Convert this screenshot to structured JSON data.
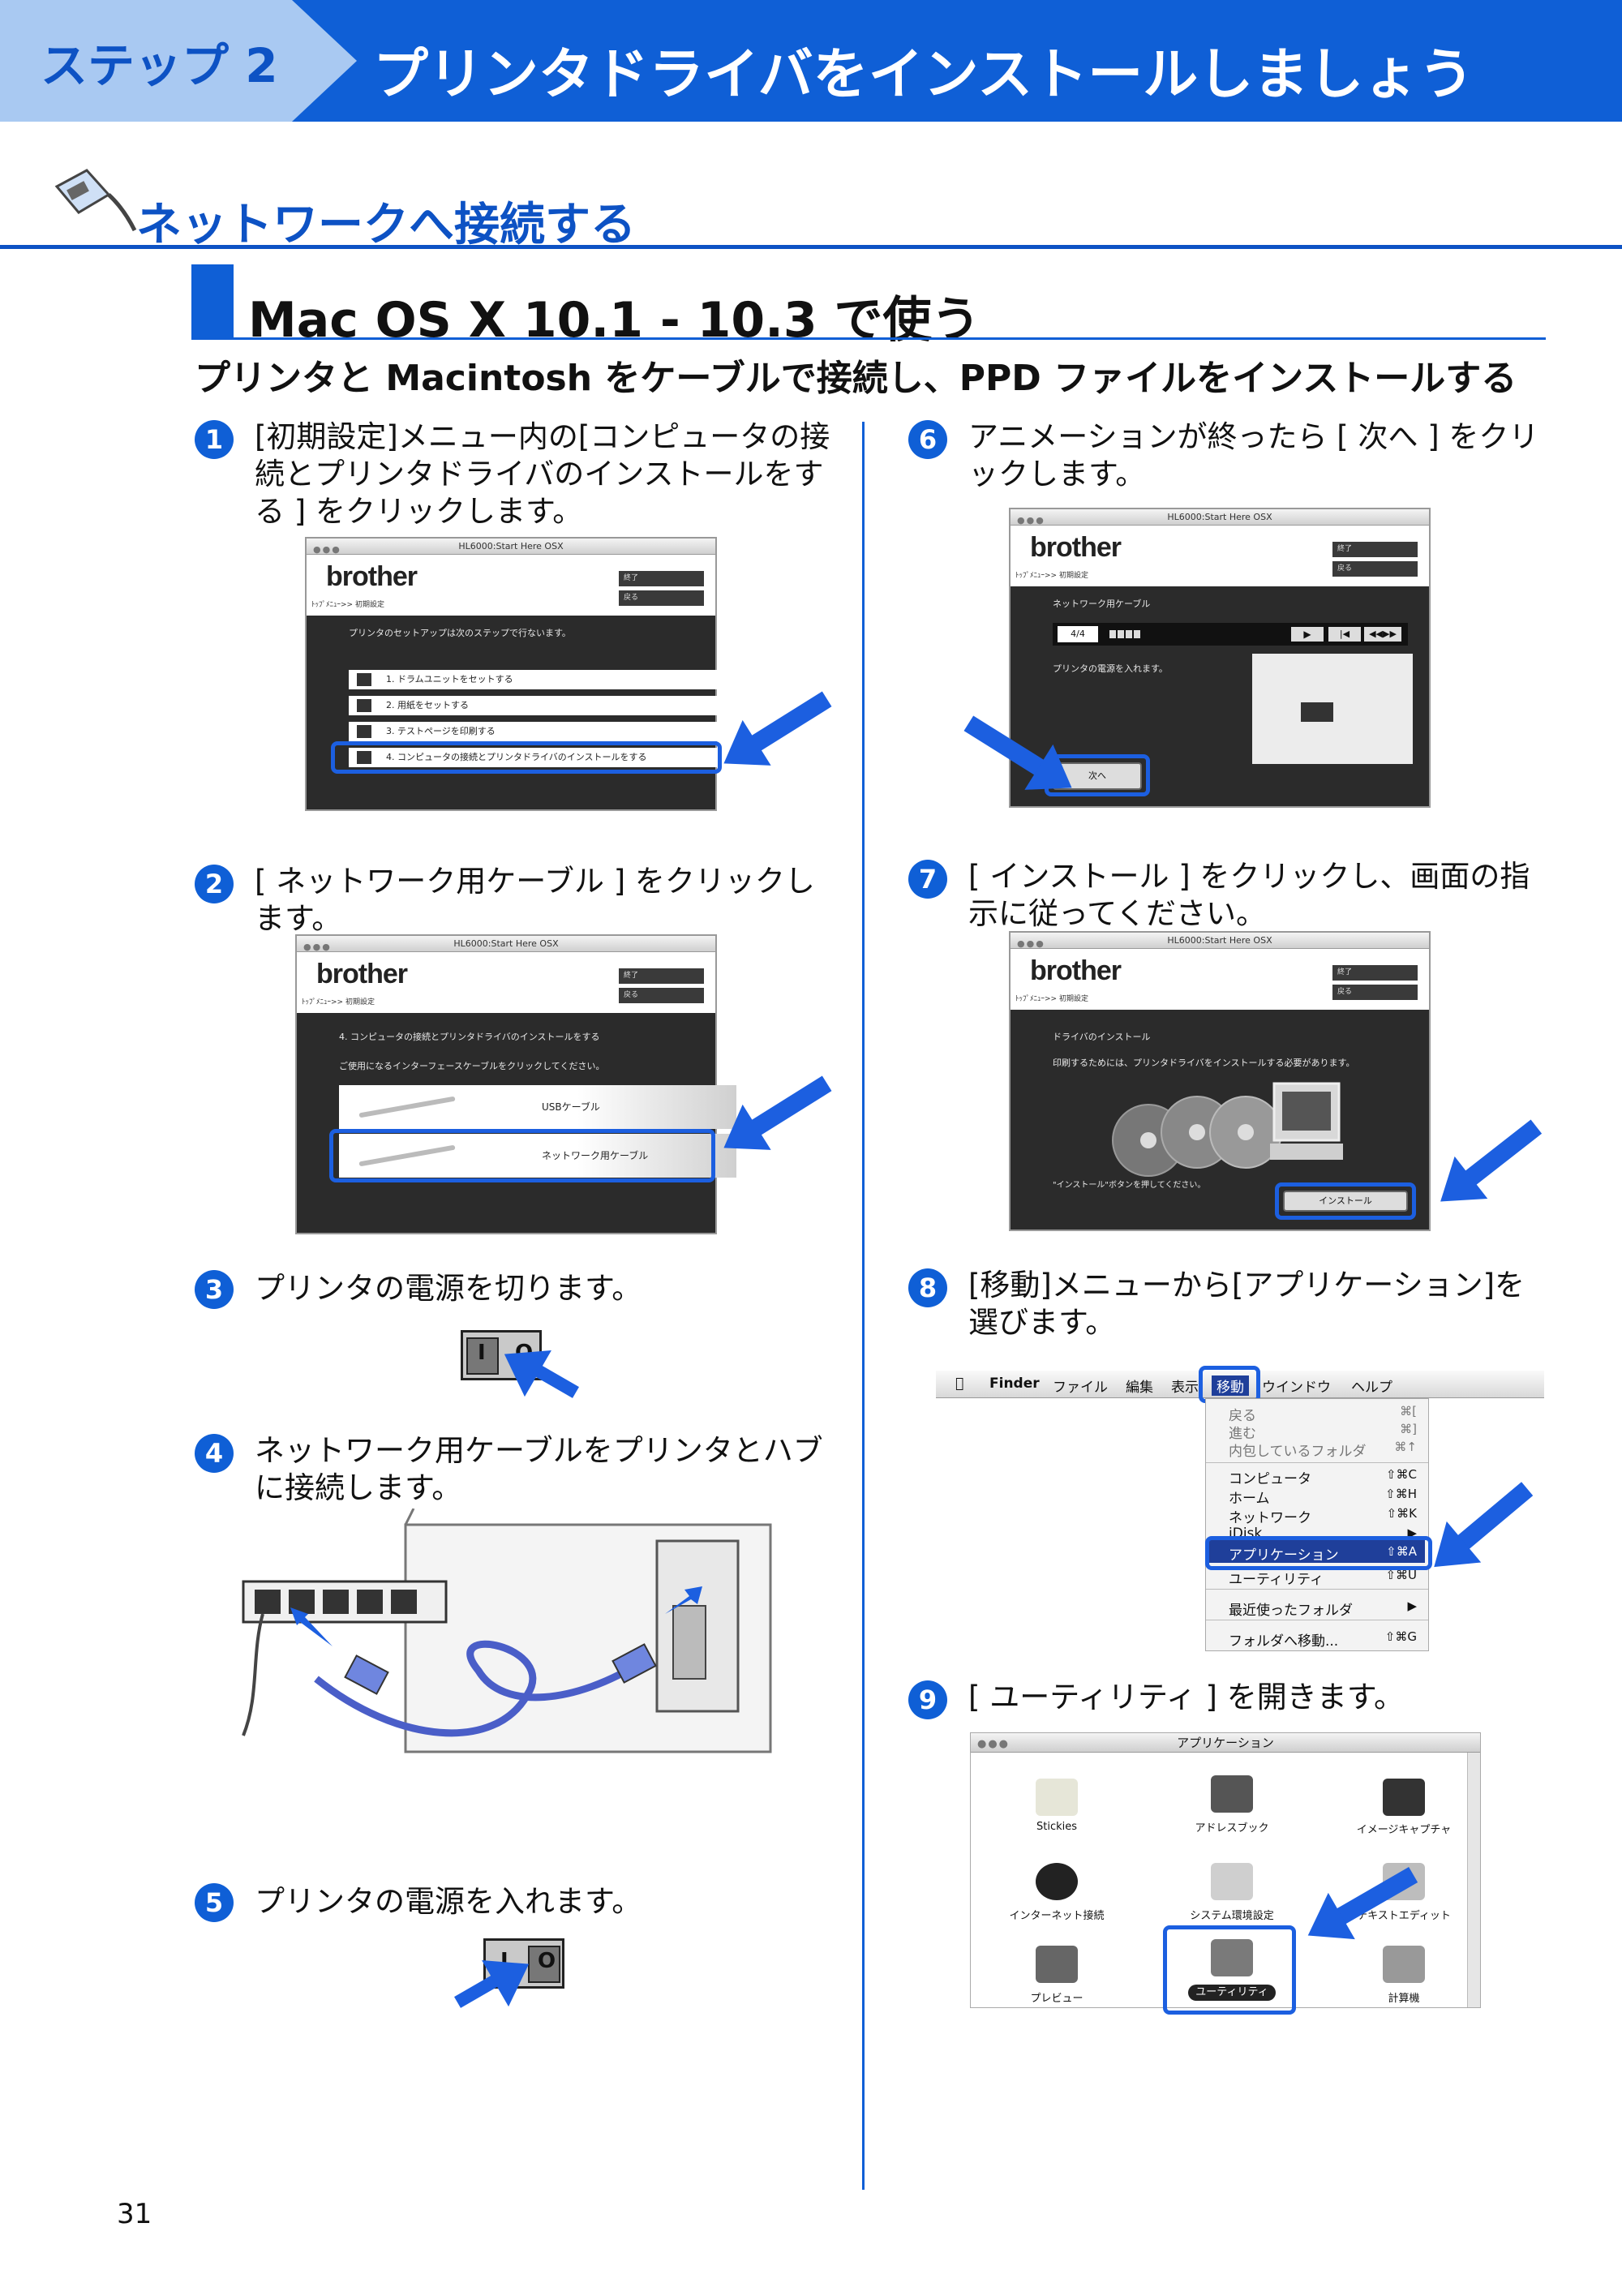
{
  "banner": {
    "step_label": "ステップ 2",
    "title": "プリンタドライバをインストールしましょう"
  },
  "section": {
    "heading": "ネットワークへ接続する",
    "os_heading": "Mac OS X 10.1 - 10.3 で使う",
    "sub_heading": "プリンタと Macintosh をケーブルで接続し、PPD ファイルをインストールする"
  },
  "steps": [
    {
      "num": "1",
      "text": "[初期設定]メニュー内の[コンピュータの接続とプリンタドライバのインストールをする ] をクリックします。"
    },
    {
      "num": "2",
      "text": "[ ネットワーク用ケーブル ] をクリックします。"
    },
    {
      "num": "3",
      "text": "プリンタの電源を切ります。"
    },
    {
      "num": "4",
      "text": "ネットワーク用ケーブルをプリンタとハブに接続します。"
    },
    {
      "num": "5",
      "text": "プリンタの電源を入れます。"
    },
    {
      "num": "6",
      "text": "アニメーションが終ったら [ 次へ ] をクリックします。"
    },
    {
      "num": "7",
      "text": "[ インストール ] をクリックし、画面の指示に従ってください。"
    },
    {
      "num": "8",
      "text": "[移動]メニューから[アプリケーション]を選びます。"
    },
    {
      "num": "9",
      "text": "[ ユーティリティ ] を開きます。"
    }
  ],
  "screens": {
    "window_title": "HL6000:Start Here OSX",
    "brand": "brother",
    "btn_quit": "終了",
    "btn_back": "戻る",
    "crumb": "ﾄｯﾌﾟﾒﾆｭｰ>> 初期設定",
    "s1": {
      "intro": "プリンタのセットアップは次のステップで行ないます。",
      "items": [
        "1. ドラムユニットをセットする",
        "2. 用紙をセットする",
        "3. テストページを印刷する",
        "4. コンピュータの接続とプリンタドライバのインストールをする"
      ]
    },
    "s2": {
      "line1": "4. コンピュータの接続とプリンタドライバのインストールをする",
      "line2": "ご使用になるインターフェースケーブルをクリックしてください。",
      "usb": "USBケーブル",
      "network": "ネットワーク用ケーブル"
    },
    "s6": {
      "title": "ネットワーク用ケーブル",
      "counter": "4/4",
      "message": "プリンタの電源を入れます。",
      "next": "次へ"
    },
    "s7": {
      "title": "ドライバのインストール",
      "message": "印刷するためには、プリンタドライバをインストールする必要があります。",
      "hint": "\"インストール\"ボタンを押してください。",
      "install": "インストール"
    }
  },
  "switches": {
    "off": "O",
    "on": "I"
  },
  "finder": {
    "menus": [
      "Finder",
      "ファイル",
      "編集",
      "表示",
      "移動",
      "ウインドウ",
      "ヘルプ"
    ],
    "items": [
      {
        "label": "戻る",
        "key": "⌘["
      },
      {
        "label": "進む",
        "key": "⌘]"
      },
      {
        "label": "内包しているフォルダ",
        "key": "⌘↑"
      },
      {
        "label": "コンピュータ",
        "key": "⇧⌘C"
      },
      {
        "label": "ホーム",
        "key": "⇧⌘H"
      },
      {
        "label": "ネットワーク",
        "key": "⇧⌘K"
      },
      {
        "label": "iDisk",
        "key": "▶"
      },
      {
        "label": "アプリケーション",
        "key": "⇧⌘A"
      },
      {
        "label": "ユーティリティ",
        "key": "⇧⌘U"
      },
      {
        "label": "最近使ったフォルダ",
        "key": "▶"
      },
      {
        "label": "フォルダへ移動...",
        "key": "⇧⌘G"
      }
    ]
  },
  "apps": {
    "window_title": "アプリケーション",
    "items": [
      "Stickies",
      "アドレスブック",
      "イメージキャプチャ",
      "インターネット接続",
      "システム環境設定",
      "テキストエディット",
      "プレビュー",
      "ユーティリティ",
      "計算機"
    ]
  },
  "page_number": "31",
  "colors": {
    "brand_blue": "#0f5fd6",
    "light_blue": "#a9c9f2",
    "highlight": "#1c5fe0"
  }
}
